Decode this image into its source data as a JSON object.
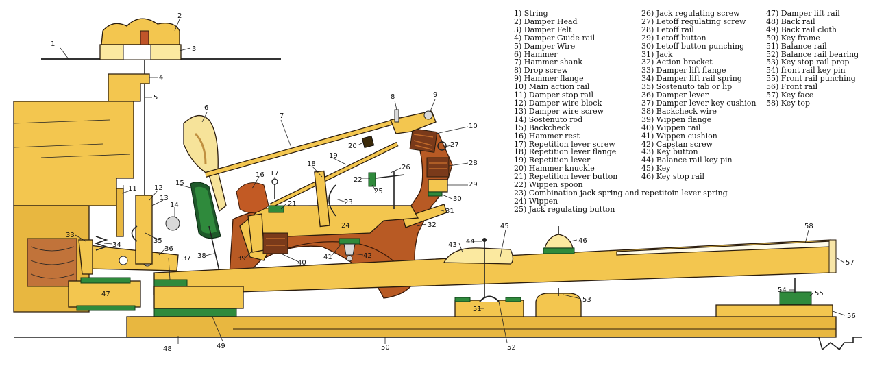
{
  "legend": [
    [
      "1) String",
      "2) Damper Head",
      "3) Damper Felt",
      "4) Damper Guide rail",
      "5) Damper Wire",
      "6) Hammer",
      "7) Hammer shank",
      "8) Drop screw",
      "9) Hammer flange",
      "10) Main action rail",
      "11) Damper stop rail",
      "12) Damper wire block",
      "13) Damper wire screw",
      "14) Sostenuto rod",
      "15) Backcheck",
      "16) Hammer rest",
      "17) Repetition lever screw",
      "18) Repetition lever flange",
      "19) Repetition lever",
      "20) Hammer knuckle",
      "21) Repetition lever button",
      "22) Wippen spoon",
      "23) Combination jack spring and repetitoin lever spring",
      "24) Wippen",
      "25) Jack regulating button"
    ],
    [
      "26) Jack regulating screw",
      "27) Letoff regulating screw",
      "28) Letoff rail",
      "29) Letoff button",
      "30) Letoff button punching",
      "31) Jack",
      "32) Action bracket",
      "33) Damper lift flange",
      "34) Damper lift rail spring",
      "35) Sostenuto tab or lip",
      "36) Damper lever",
      "37) Damper lever key cushion",
      "38) Backcheck wire",
      "39) Wippen flange",
      "40) Wippen rail",
      "41) Wippen cushion",
      "42) Capstan screw",
      "43) Key button",
      "44) Balance rail key pin",
      "45) Key",
      "46) Key stop rail"
    ],
    [
      "47) Damper lift rail",
      "48) Back rail",
      "49) Back rail cloth",
      "50) Key frame",
      "51) Balance rail",
      "52) Balance rail bearing",
      "53) Key stop rail prop",
      "54) front rail key pin",
      "55) Front rail punching",
      "56) Front rail",
      "57) Key face",
      "58) Key top"
    ]
  ],
  "callouts": [
    "1",
    "2",
    "3",
    "4",
    "5",
    "6",
    "7",
    "8",
    "9",
    "10",
    "11",
    "12",
    "13",
    "14",
    "15",
    "16",
    "17",
    "18",
    "19",
    "20",
    "21",
    "22",
    "23",
    "24",
    "25",
    "26",
    "27",
    "28",
    "29",
    "30",
    "31",
    "32",
    "33",
    "34",
    "35",
    "36",
    "37",
    "38",
    "39",
    "40",
    "41",
    "42",
    "43",
    "44",
    "45",
    "46",
    "47",
    "48",
    "49",
    "50",
    "51",
    "52",
    "53",
    "54",
    "55",
    "56",
    "57",
    "58"
  ],
  "colors": {
    "wood": "#f3c64f",
    "action_bracket": "#b85a24",
    "felt": "#2f8a3c",
    "metal": "#d9d9d9"
  }
}
